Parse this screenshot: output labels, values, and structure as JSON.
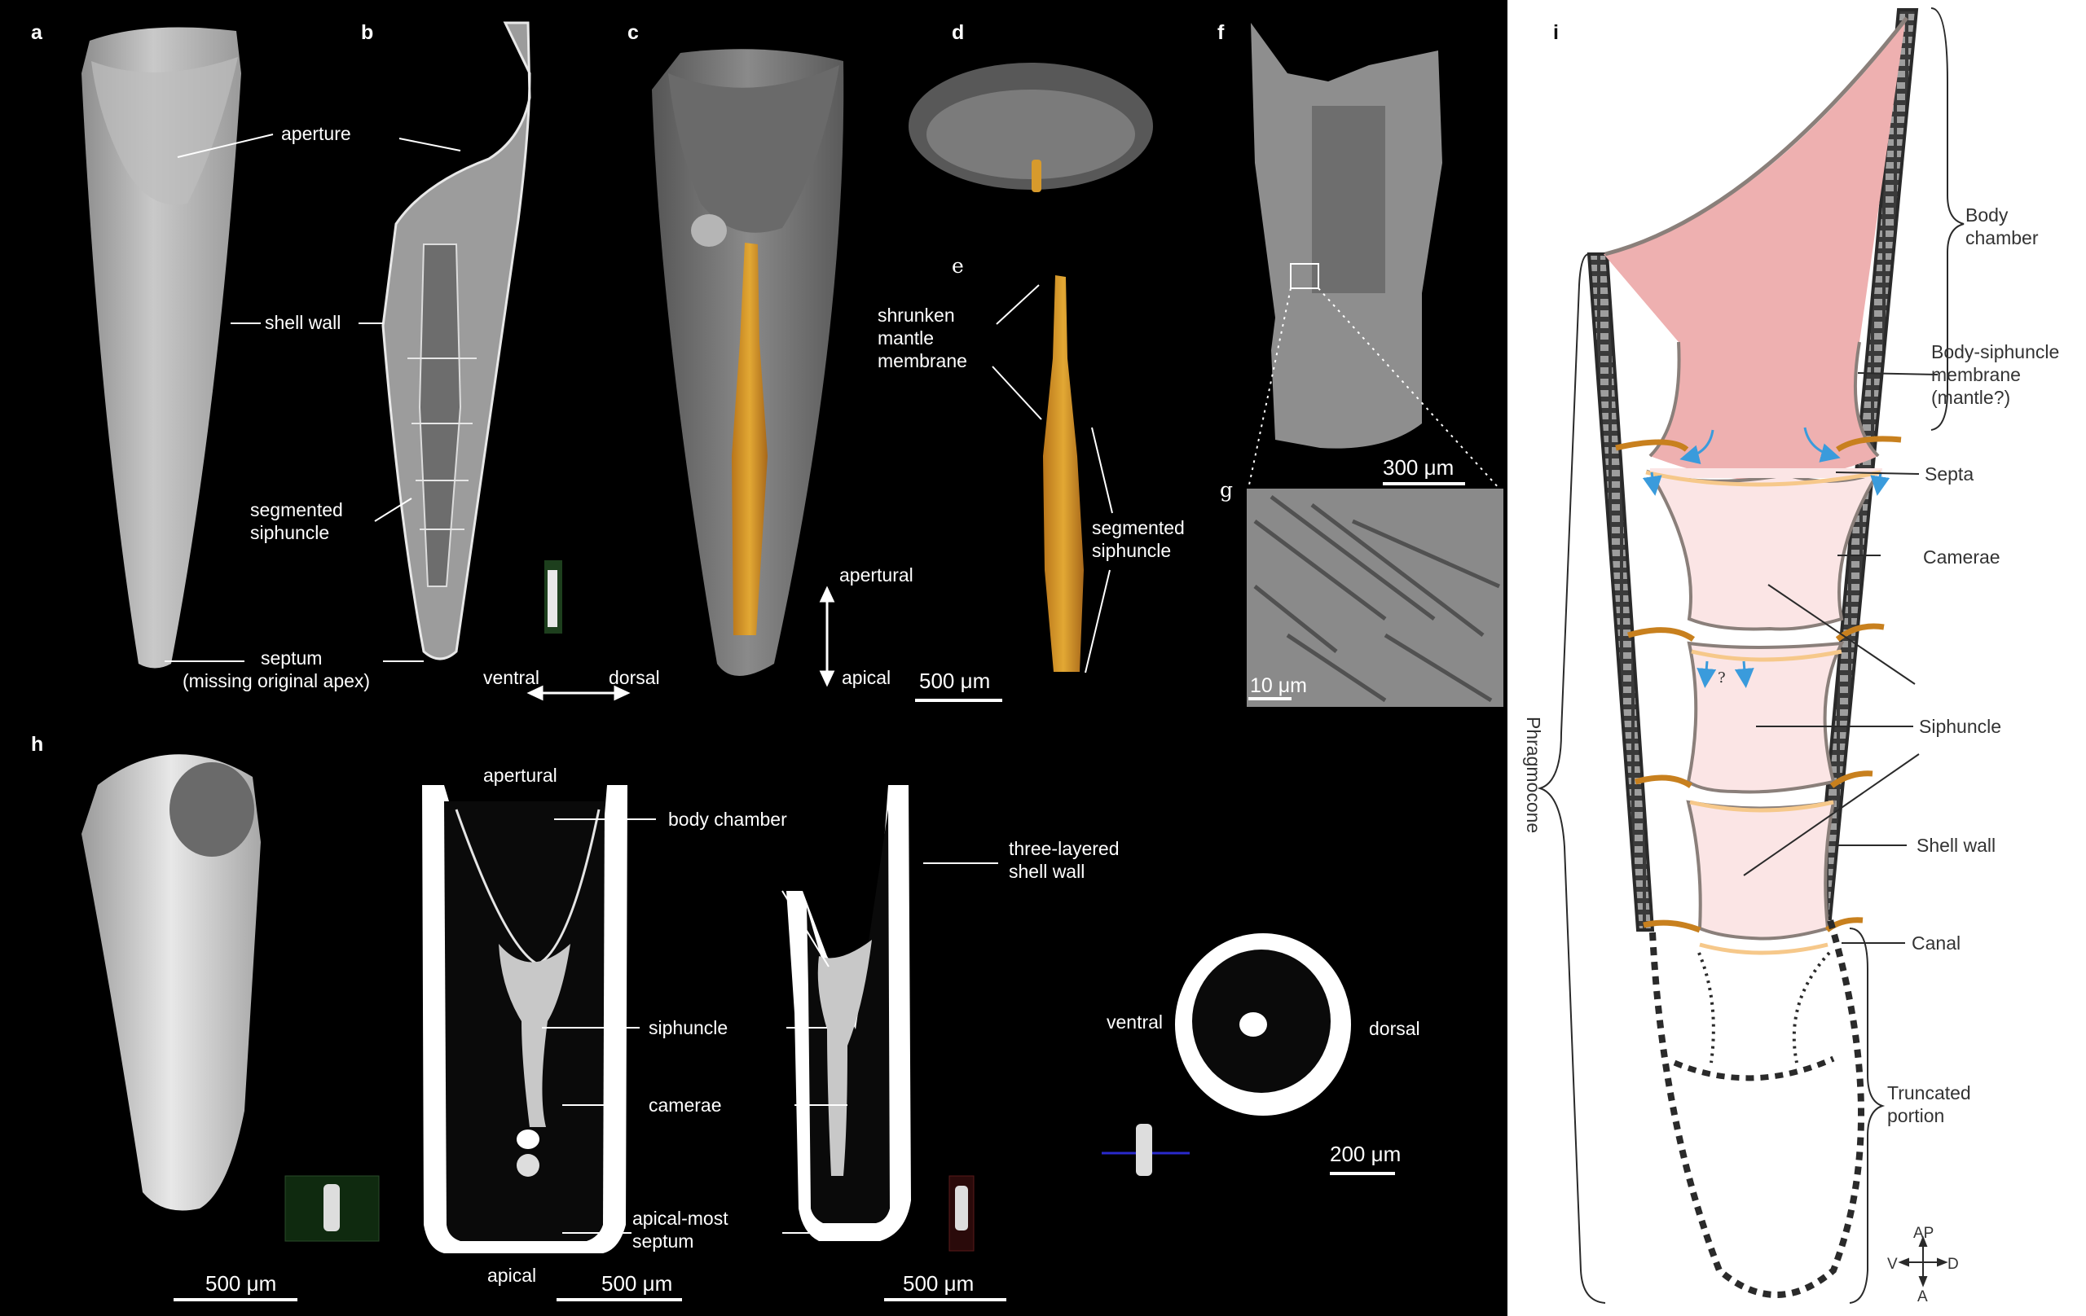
{
  "panel_letters": {
    "a": "a",
    "b": "b",
    "c": "c",
    "d": "d",
    "e": "e",
    "f": "f",
    "g": "g",
    "h": "h",
    "i": "i"
  },
  "top_labels": {
    "aperture": "aperture",
    "shell_wall": "shell wall",
    "segmented_siphuncle_b": [
      "segmented",
      "siphuncle"
    ],
    "septum": "septum",
    "missing_apex": "(missing original apex)",
    "ventral": "ventral",
    "dorsal": "dorsal",
    "apertural": "apertural",
    "apical": "apical",
    "shrunken_mantle": [
      "shrunken",
      "mantle",
      "membrane"
    ],
    "segmented_siphuncle_e": [
      "segmented",
      "siphuncle"
    ],
    "scale_500": "500 μm",
    "scale_300": "300 μm",
    "scale_10": "10 μm"
  },
  "bottom_labels": {
    "apertural": "apertural",
    "body_chamber": "body chamber",
    "three_layered": [
      "three-layered",
      "shell wall"
    ],
    "siphuncle": "siphuncle",
    "camerae": "camerae",
    "apical_most_septum": [
      "apical-most",
      "septum"
    ],
    "apical": "apical",
    "ventral": "ventral",
    "dorsal": "dorsal",
    "scale_500_1": "500 μm",
    "scale_500_2": "500 μm",
    "scale_500_3": "500 μm",
    "scale_200": "200 μm"
  },
  "schematic_labels": {
    "body_chamber": [
      "Body",
      "chamber"
    ],
    "body_siphuncle": [
      "Body-siphuncle",
      "membrane",
      "(mantle?)"
    ],
    "septa": "Septa",
    "camerae": "Camerae",
    "siphuncle": "Siphuncle",
    "shell_wall": "Shell wall",
    "canal": "Canal",
    "phragmocone": "Phragmocone",
    "truncated": [
      "Truncated",
      "portion"
    ],
    "question": "?",
    "compass": {
      "ap": "AP",
      "v": "V",
      "d": "D",
      "a": "A"
    }
  },
  "colors": {
    "siphuncle_orange": "#d9a030",
    "body_pink": "#eeb0b0",
    "camerae_pink": "#fbe5e5",
    "septa_orange": "#c8801e",
    "arrow_blue": "#3a9bdc",
    "shell_dark": "#3a3a3a"
  }
}
